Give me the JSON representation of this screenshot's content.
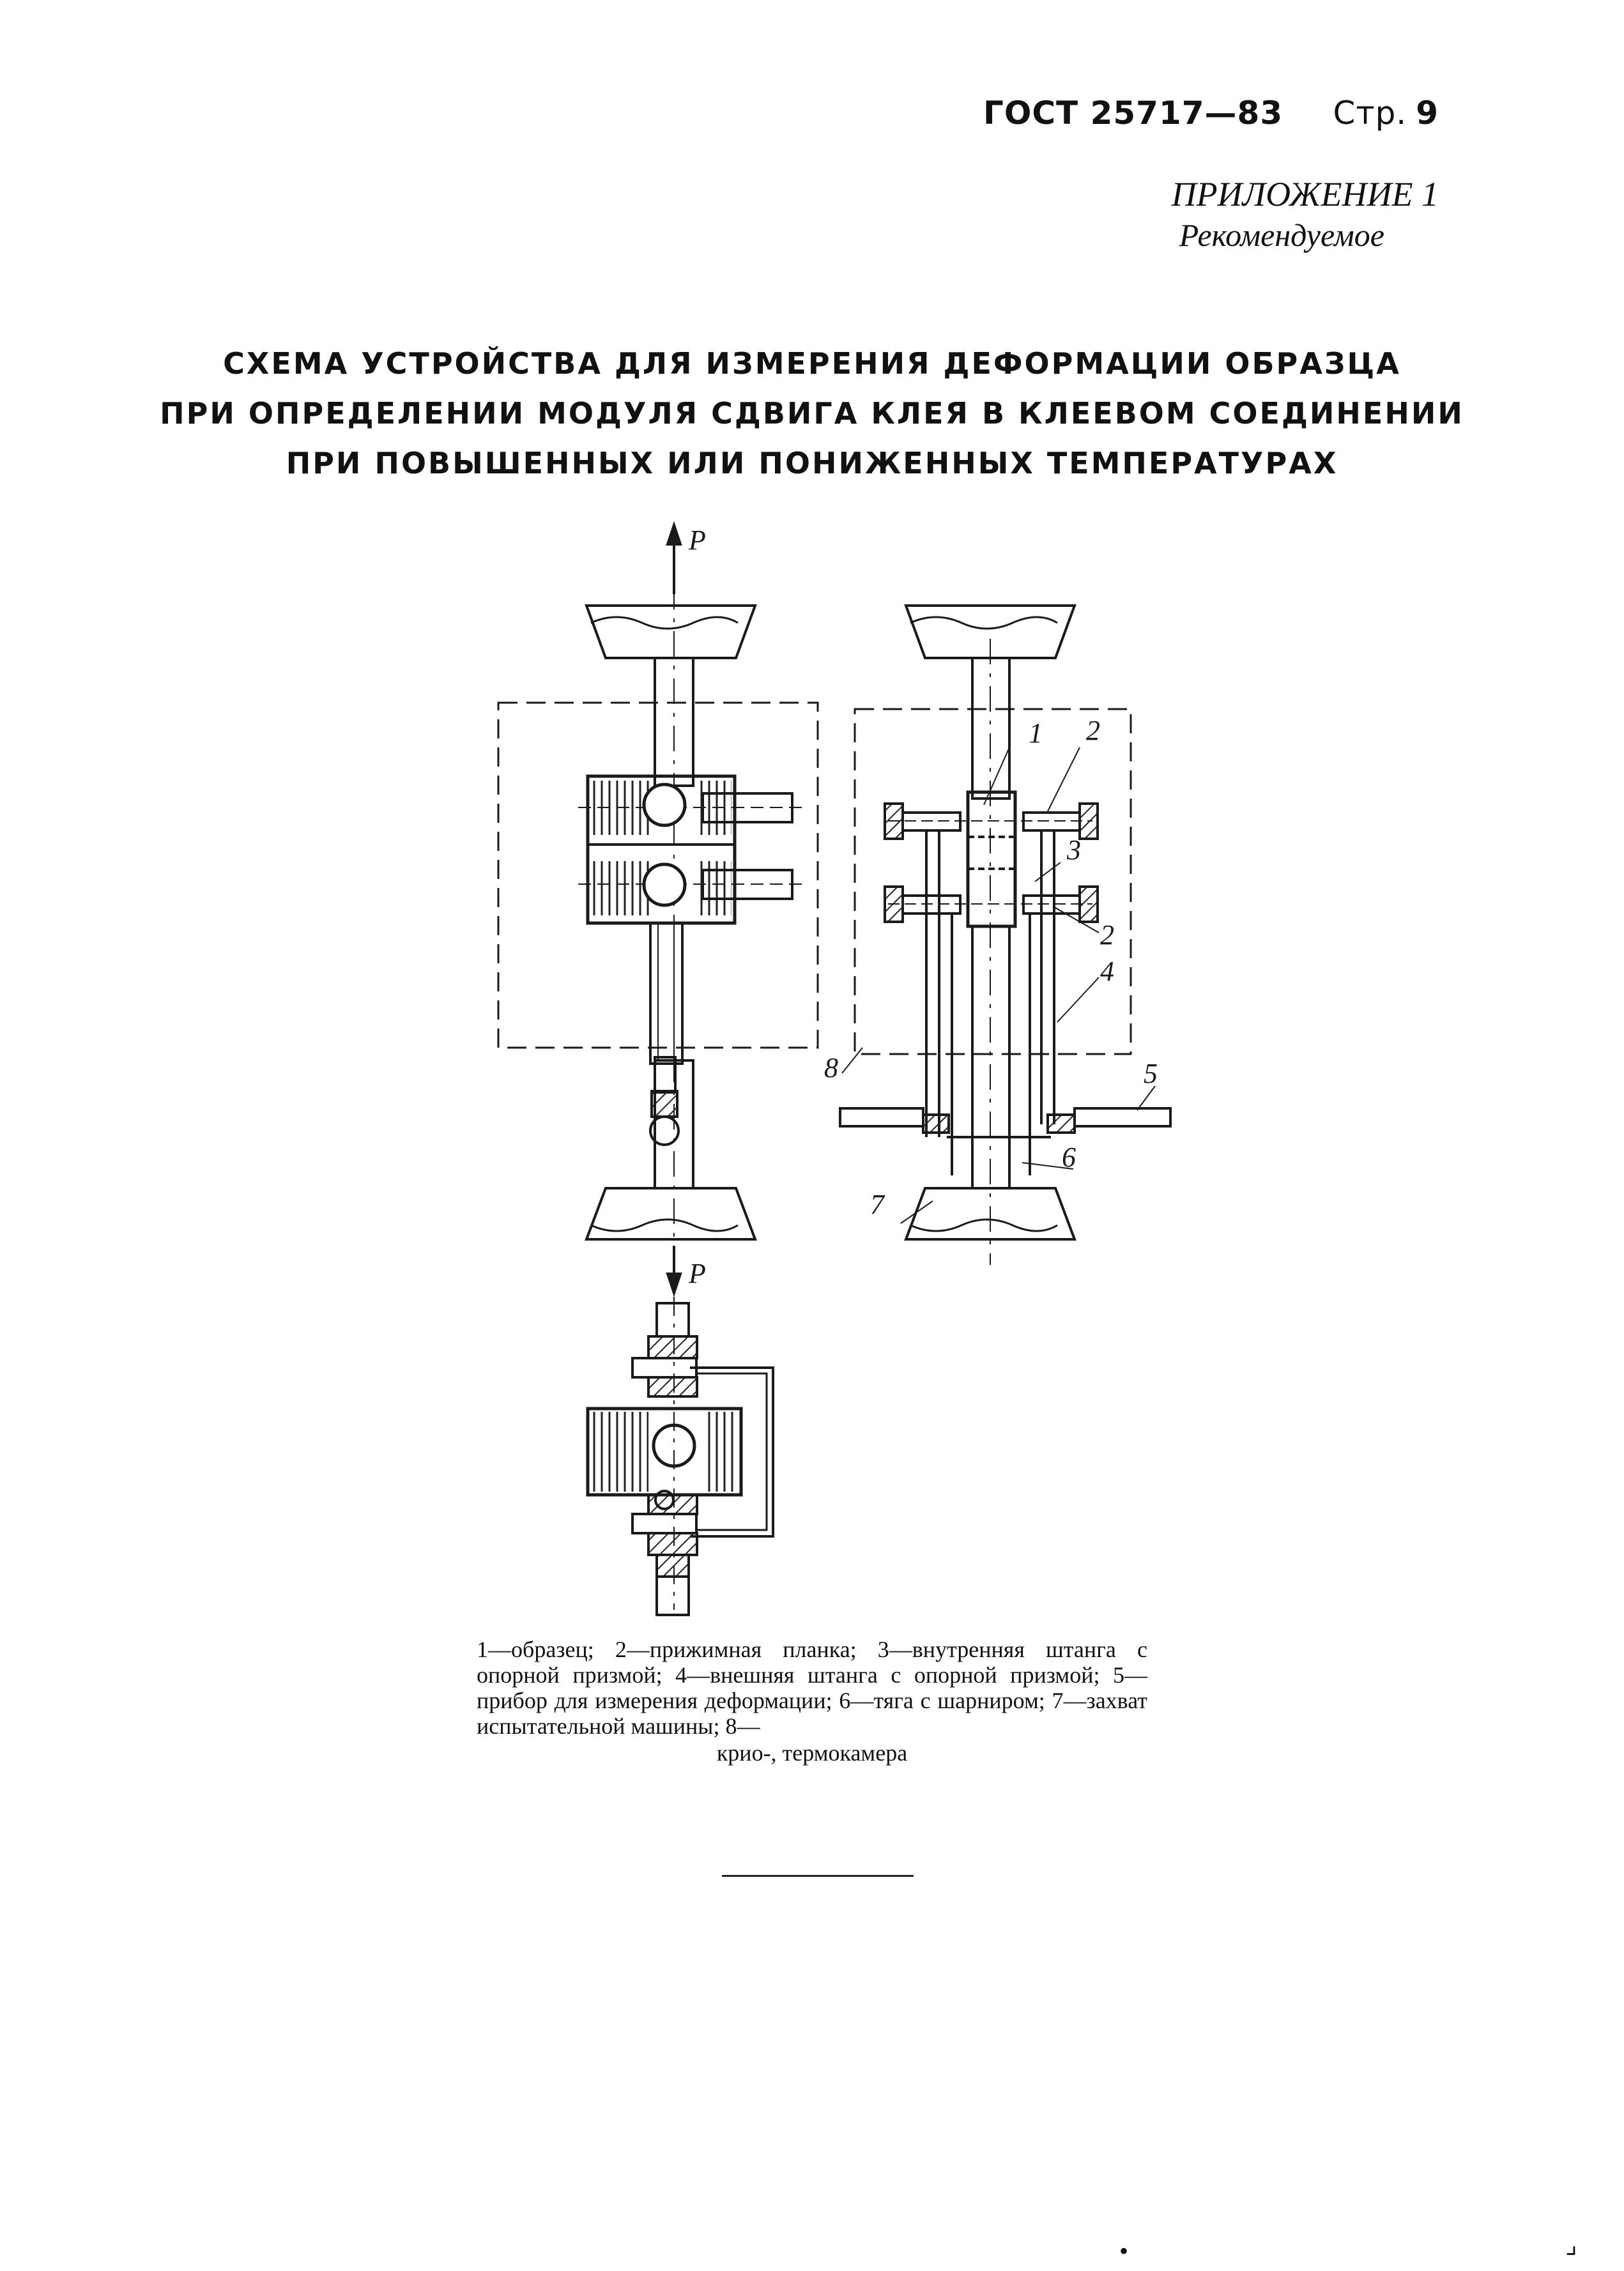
{
  "header": {
    "standard": "ГОСТ 25717—83",
    "page_label": "Стр.",
    "page_number": "9"
  },
  "appendix": {
    "label": "ПРИЛОЖЕНИЕ 1",
    "status": "Рекомендуемое"
  },
  "title": {
    "line1": "СХЕМА УСТРОЙСТВА ДЛЯ ИЗМЕРЕНИЯ ДЕФОРМАЦИИ ОБРАЗЦА",
    "line2": "ПРИ ОПРЕДЕЛЕНИИ МОДУЛЯ СДВИГА КЛЕЯ В КЛЕЕВОМ СОЕДИНЕНИИ",
    "line3": "ПРИ ПОВЫШЕННЫХ ИЛИ ПОНИЖЕННЫХ ТЕМПЕРАТУРАХ"
  },
  "figure": {
    "force_label": "P",
    "callouts": [
      "1",
      "2",
      "3",
      "2",
      "4",
      "5",
      "6",
      "7",
      "8"
    ]
  },
  "caption": {
    "text": "1—образец; 2—прижимная планка; 3—внутренняя штанга с опорной призмой; 4—внешняя штанга с опорной призмой; 5—прибор для измерения деформации; 6—тяга с шарниром; 7—захват испытательной машины; 8—",
    "last_line": "крио-, термокамера"
  },
  "footer_marks": {
    "dot": "•",
    "corner": "⌟"
  }
}
